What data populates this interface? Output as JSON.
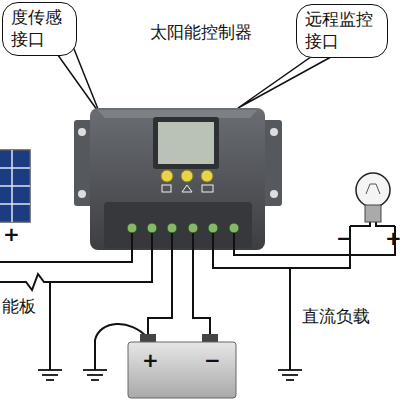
{
  "diagram": {
    "nodes": [
      {
        "text": [
          "度传感 接口"
        ]
      },
      {
        "text": [
          "远程监控 接口"
        ]
      }
    ],
    "edges": [],
    "labels": [
      "太阳能控制器",
      "能板",
      "直流负载",
      "+",
      "−",
      "+",
      "+",
      "−"
    ]
  }
}
